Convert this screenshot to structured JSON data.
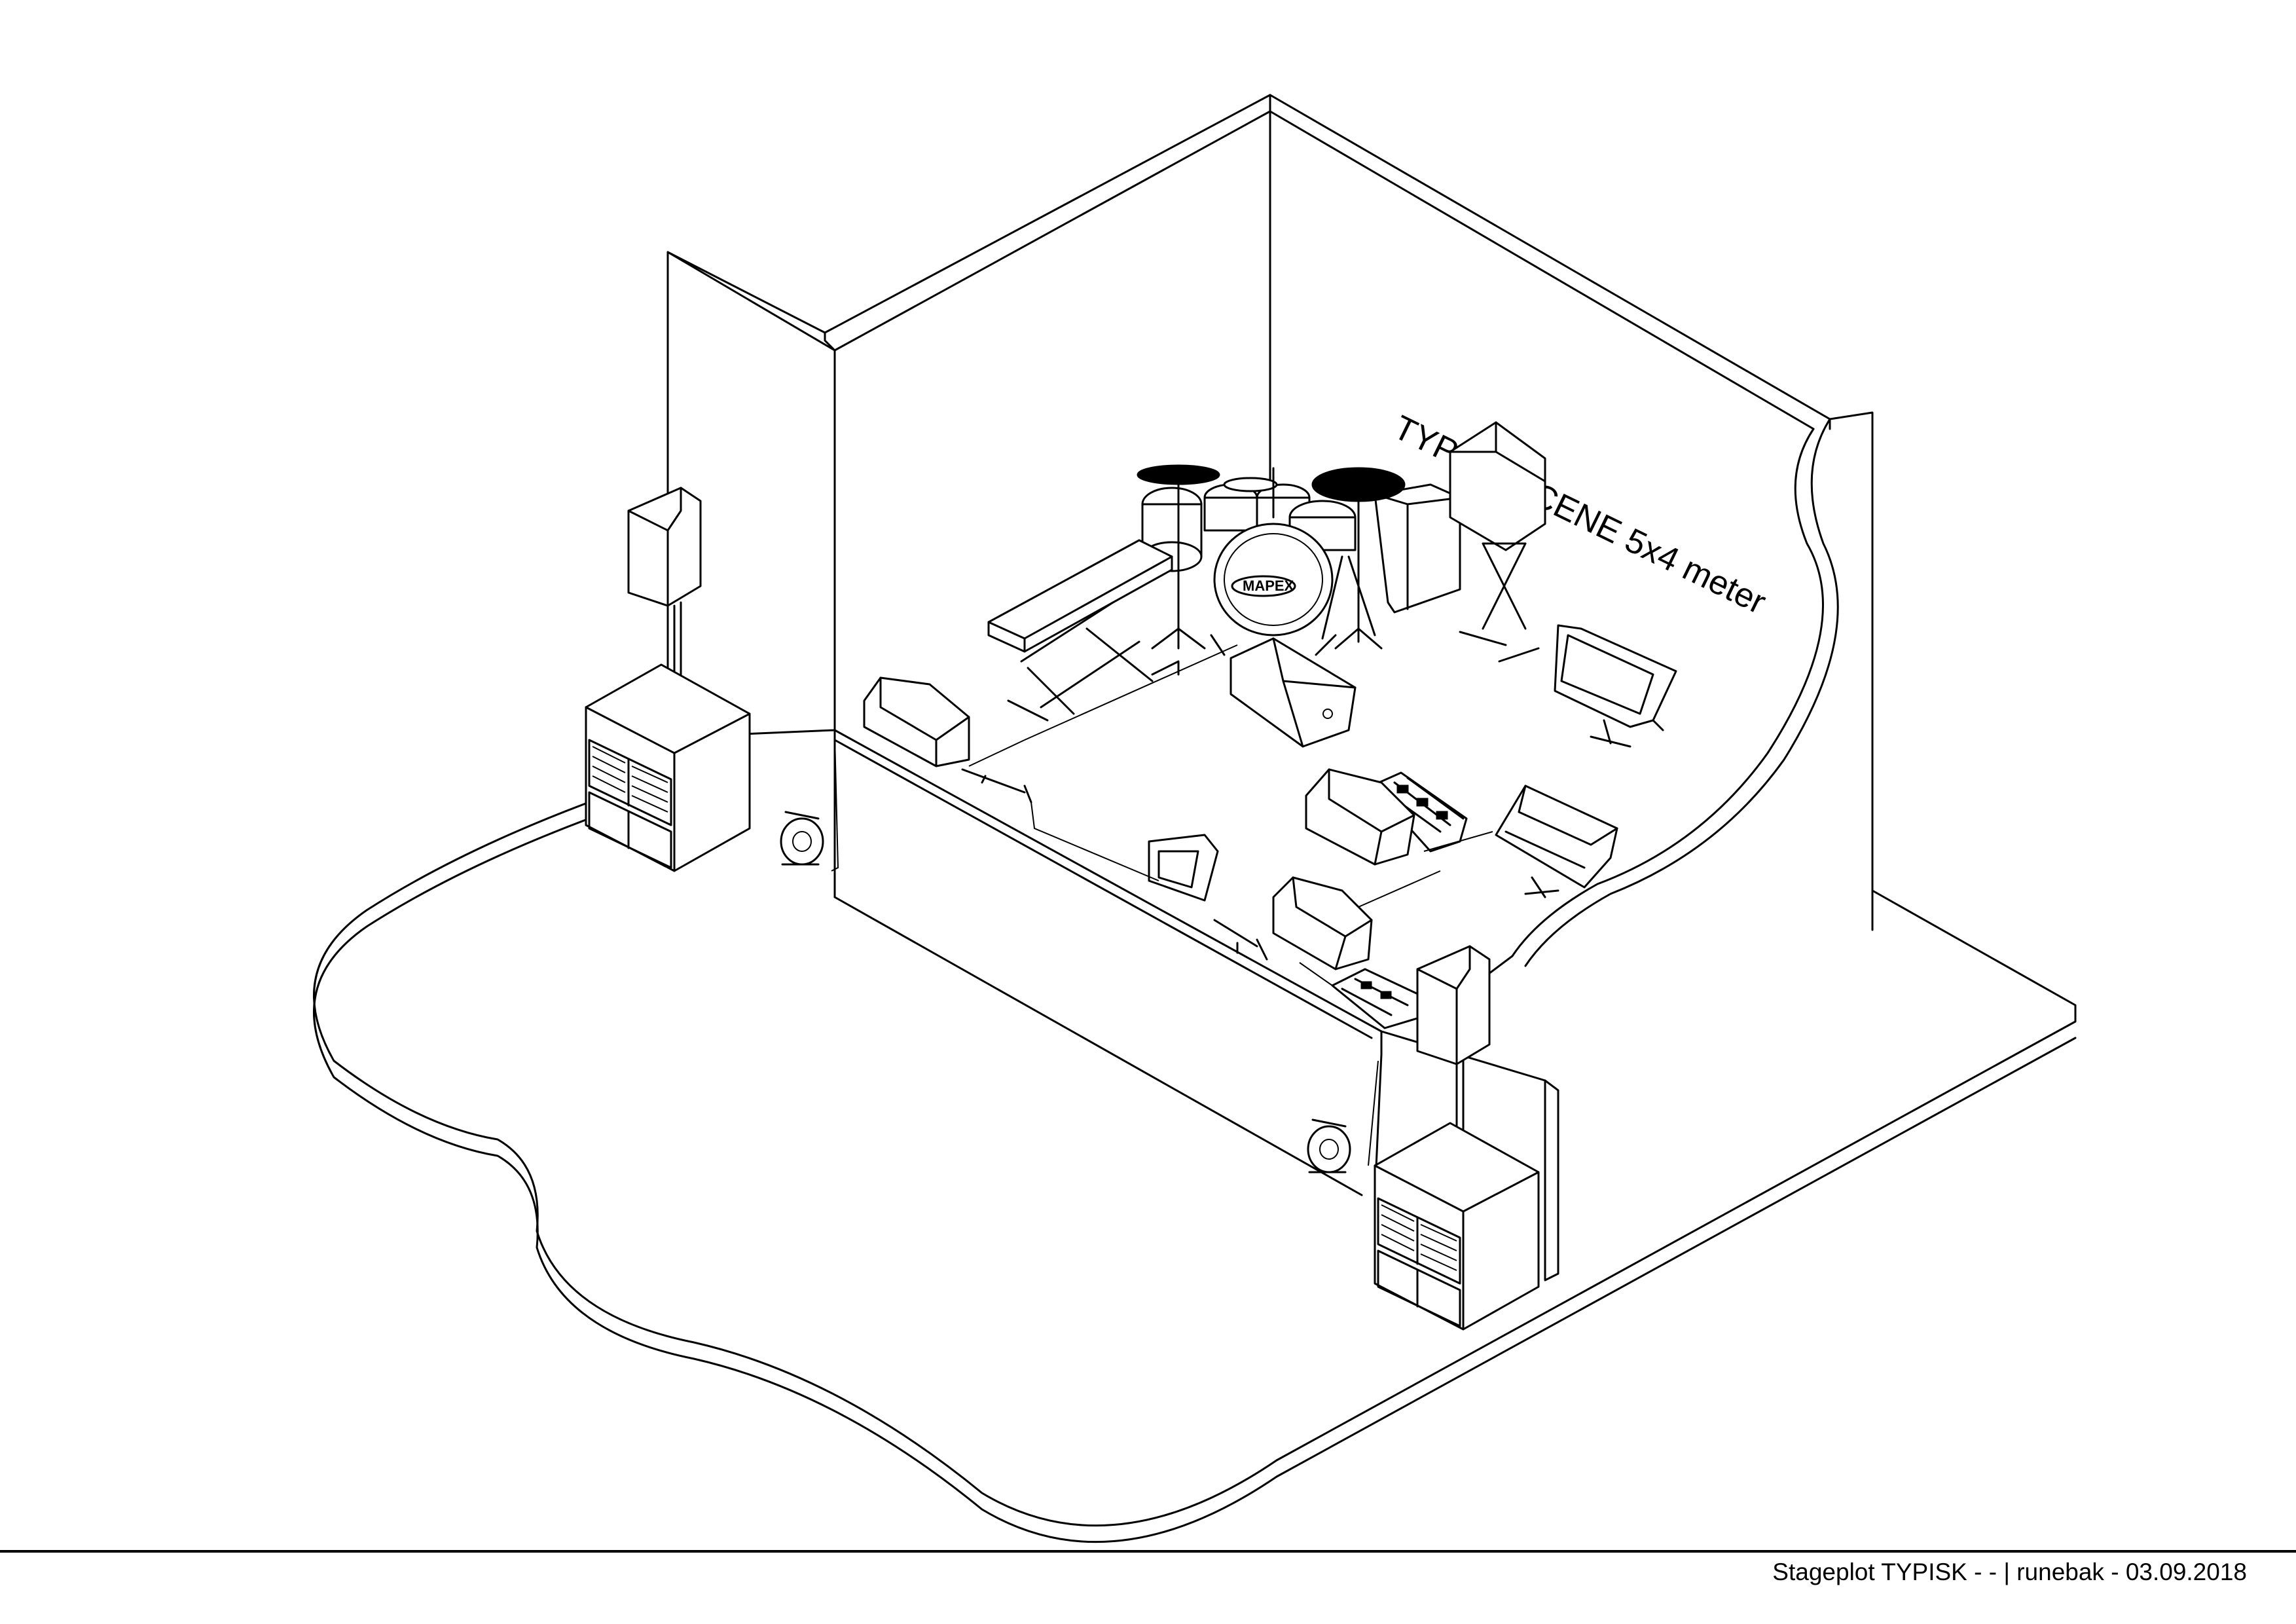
{
  "diagram": {
    "stage_label": "TYPISK SCENE 5x4 meter",
    "drum_logo": "MAPEX"
  },
  "footer": {
    "caption": "Stageplot TYPISK - - | runebak - 03.09.2018"
  }
}
